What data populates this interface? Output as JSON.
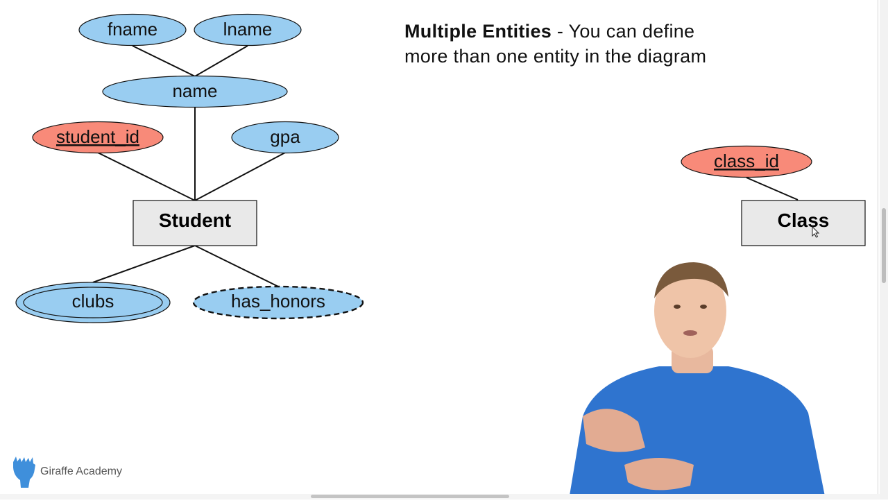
{
  "slide": {
    "heading_bold": "Multiple Entities",
    "heading_rest": " - You can define more than one entity in the diagram"
  },
  "diagram": {
    "entities": {
      "student": "Student",
      "class": "Class"
    },
    "attributes": {
      "fname": "fname",
      "lname": "lname",
      "name": "name",
      "student_id": "student_id",
      "gpa": "gpa",
      "clubs": "clubs",
      "has_honors": "has_honors",
      "class_id": "class_id"
    }
  },
  "brand": {
    "name": "Giraffe Academy"
  },
  "colors": {
    "attribute_fill": "#99cdf1",
    "key_attribute_fill": "#f88a79",
    "entity_fill": "#e9e9e9",
    "logo_blue": "#3f8fdb"
  },
  "icons": {
    "logo": "giraffe-logo-icon",
    "cursor": "mouse-pointer-icon"
  }
}
